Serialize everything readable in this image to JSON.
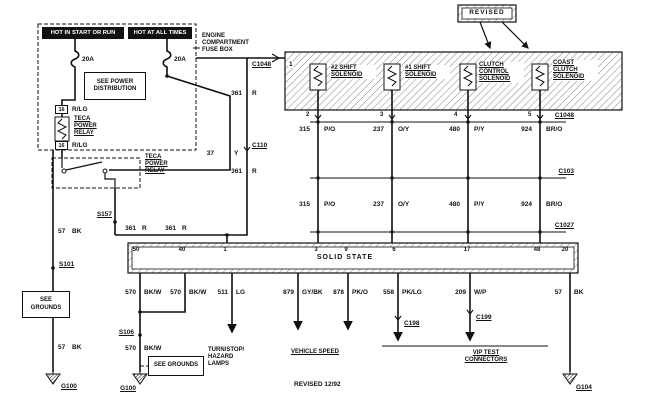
{
  "stamps": {
    "revised_label": "REVISED",
    "revised_date": "REVISED 12/92"
  },
  "power_area": {
    "hot_in_start_or_run": "HOT IN START OR RUN",
    "hot_at_all_times": "HOT AT ALL TIMES",
    "fuse_left_rating": "20A",
    "fuse_right_rating": "20A",
    "fuse_box_label": "ENGINE COMPARTMENT FUSE BOX",
    "see_power_distribution": "SEE POWER DISTRIBUTION",
    "relay_pin_top": "16",
    "relay_pin_bottom": "16",
    "relay_coil_label": "TECA POWER RELAY",
    "relay_contacts_label": "TECA POWER RELAY"
  },
  "circuits": {
    "rlg": {
      "color": "R/LG"
    },
    "r361": {
      "num": "361",
      "color": "R"
    },
    "y37": {
      "num": "37",
      "color": "Y"
    },
    "bk57": {
      "num": "57",
      "color": "BK"
    },
    "po315": {
      "num": "315",
      "color": "P/O"
    },
    "oy237": {
      "num": "237",
      "color": "O/Y"
    },
    "py480": {
      "num": "480",
      "color": "P/Y"
    },
    "bro924": {
      "num": "924",
      "color": "BR/O"
    },
    "bkw570": {
      "num": "570",
      "color": "BK/W"
    },
    "lg511": {
      "num": "511",
      "color": "LG"
    },
    "gybk879": {
      "num": "879",
      "color": "GY/BK"
    },
    "pko878": {
      "num": "878",
      "color": "PK/O"
    },
    "pklg558": {
      "num": "558",
      "color": "PK/LG"
    },
    "wp209": {
      "num": "209",
      "color": "W/P"
    }
  },
  "connectors": {
    "c1048": "C1048",
    "c110": "C110",
    "c103": "C103",
    "c1027": "C1027",
    "c198": "C198",
    "c199": "C199"
  },
  "splices": {
    "s157": "S157",
    "s101": "S101",
    "s106": "S106"
  },
  "grounds": {
    "g100": "G100",
    "g104": "G104",
    "see_grounds": "SEE GROUNDS"
  },
  "solenoid_assembly": {
    "inlet_pin": "1",
    "solenoids": [
      {
        "name": "#2 SHIFT SOLENOID",
        "pin": "2"
      },
      {
        "name": "#1 SHIFT SOLENOID",
        "pin": "3"
      },
      {
        "name": "CLUTCH CONTROL SOLENOID",
        "pin": "4"
      },
      {
        "name": "COAST CLUTCH SOLENOID",
        "pin": "5"
      }
    ]
  },
  "module": {
    "name": "SOLID STATE",
    "pins": [
      "50",
      "40",
      "1",
      "3",
      "9",
      "6",
      "17",
      "48",
      "20"
    ]
  },
  "destinations": {
    "turn_stop_hazard_lines": [
      "TURN/STOP/",
      "HAZARD",
      "LAMPS"
    ],
    "vehicle_speed": "VEHICLE SPEED",
    "vip_test_connectors": "VIP TEST CONNECTORS"
  }
}
